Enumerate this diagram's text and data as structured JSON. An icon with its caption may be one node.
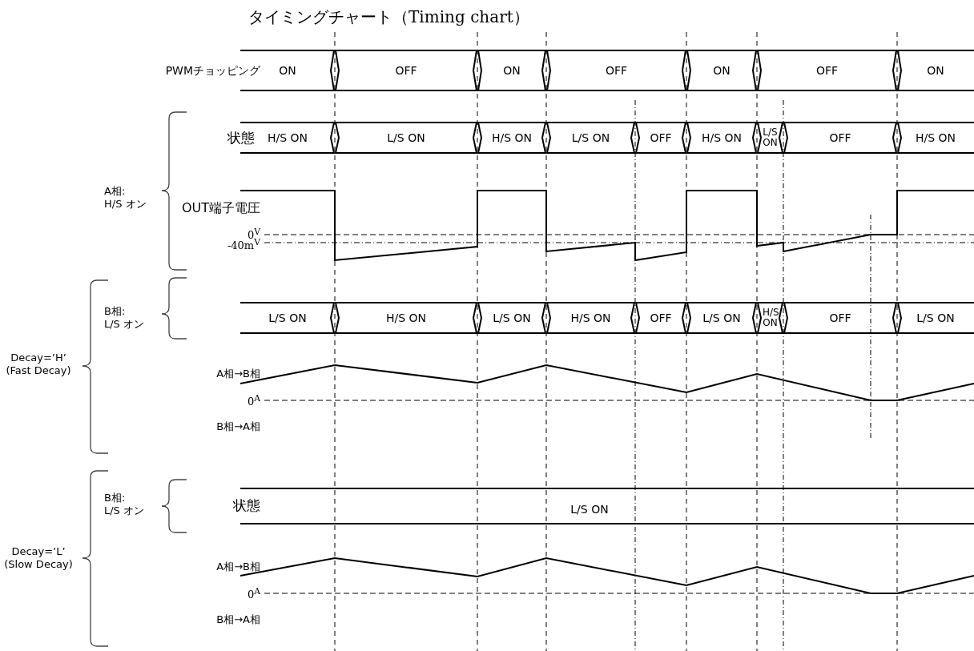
{
  "diagram": {
    "title": "タイミングチャート（Timing chart）",
    "nodes": [
      {
        "text": [
          "ON"
        ]
      },
      {
        "text": [
          "OFF"
        ]
      },
      {
        "text": [
          "ON"
        ]
      },
      {
        "text": [
          "OFF"
        ]
      },
      {
        "text": [
          "ON"
        ]
      },
      {
        "text": [
          "OFF"
        ]
      },
      {
        "text": [
          "ON"
        ]
      },
      {
        "text": [
          "H/S ON"
        ]
      },
      {
        "text": [
          "L/S ON"
        ]
      },
      {
        "text": [
          "H/S ON"
        ]
      },
      {
        "text": [
          "L/S ON"
        ]
      },
      {
        "text": [
          "OFF"
        ]
      },
      {
        "text": [
          "H/S ON"
        ]
      },
      {
        "text": [
          "L/S ON"
        ]
      },
      {
        "text": [
          "OFF"
        ]
      },
      {
        "text": [
          "H/S ON"
        ]
      },
      {
        "text": [
          "L/S ON"
        ]
      },
      {
        "text": [
          "H/S ON"
        ]
      },
      {
        "text": [
          "L/S ON"
        ]
      },
      {
        "text": [
          "H/S ON"
        ]
      },
      {
        "text": [
          "OFF"
        ]
      },
      {
        "text": [
          "L/S ON"
        ]
      },
      {
        "text": [
          "H/S ON"
        ]
      },
      {
        "text": [
          "OFF"
        ]
      },
      {
        "text": [
          "L/S ON"
        ]
      },
      {
        "text": [
          "L/S ON"
        ]
      }
    ],
    "labels": [
      "PWMチョッピング",
      "状態",
      "A相: H/S オン",
      "OUT端子電圧",
      "0$^{V}$",
      "-40m$^{V}$",
      "B相: L/S オン",
      "Decay=’H’ (Fast Decay)",
      "A相→B相",
      "0$^{A}$",
      "B相→A相",
      "B相: L/S オン",
      "状態",
      "Decay=’L’ (Slow Decay)",
      "A相→B相",
      "0$^{A}$",
      "B相→A相"
    ]
  }
}
